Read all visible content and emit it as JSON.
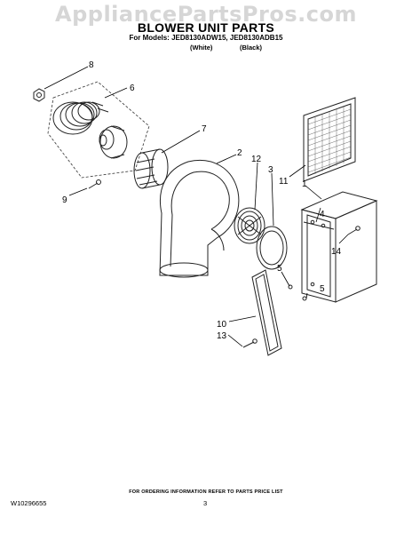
{
  "watermark": "AppliancePartsPros.com",
  "header": {
    "title": "BLOWER UNIT PARTS",
    "models_line": "For Models: JED8130ADW15, JED8130ADB15",
    "variant_white": "(White)",
    "variant_black": "(Black)"
  },
  "callouts": {
    "c8": "8",
    "c6": "6",
    "c7": "7",
    "c9": "9",
    "c2": "2",
    "c12": "12",
    "c3": "3",
    "c11": "11",
    "c1": "1",
    "c4": "4",
    "c14": "14",
    "c5a": "5",
    "c5b": "5",
    "c10": "10",
    "c13": "13"
  },
  "footer": {
    "note": "FOR ORDERING INFORMATION REFER TO PARTS PRICE LIST",
    "doc_number": "W10296655",
    "page_number": "3"
  }
}
